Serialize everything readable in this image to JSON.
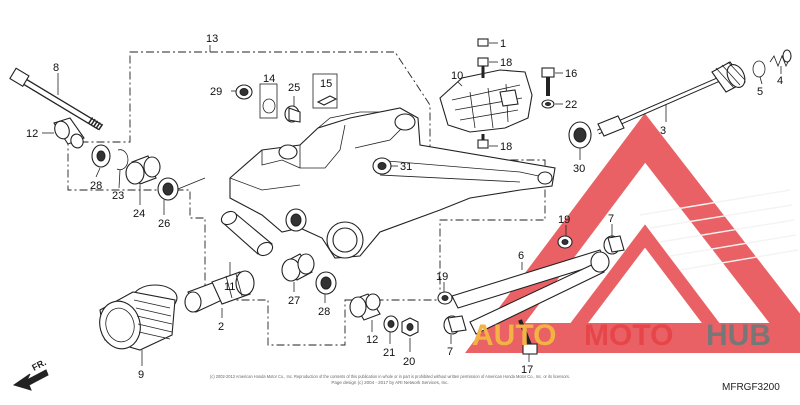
{
  "diagram": {
    "labels": {
      "p1": "1",
      "p2": "2",
      "p3": "3",
      "p4": "4",
      "p5": "5",
      "p6": "6",
      "p7a": "7",
      "p7b": "7",
      "p8": "8",
      "p9": "9",
      "p10": "10",
      "p11": "11",
      "p12a": "12",
      "p12b": "12",
      "p13": "13",
      "p14": "14",
      "p15": "15",
      "p16": "16",
      "p17": "17",
      "p18a": "18",
      "p18b": "18",
      "p19a": "19",
      "p19b": "19",
      "p20": "20",
      "p21": "21",
      "p22": "22",
      "p23": "23",
      "p24": "24",
      "p25": "25",
      "p26": "26",
      "p27": "27",
      "p28a": "28",
      "p28b": "28",
      "p29": "29",
      "p30": "30",
      "p31": "31"
    },
    "front_arrow_label": "FR.",
    "diagram_code": "MFRGF3200",
    "copyright_line1": "(c) 2002-2013 American Honda Motor Co., Inc. Reproduction of the contents of this publication in whole or in part is prohibited without written permission of American Honda Motor Co., Inc. or its licensors.",
    "copyright_line2": "Page design (c) 2004 - 2017 by ARI Network Services, Inc."
  },
  "watermark": {
    "brand_part1": "AUTO",
    "brand_part2": "MOTO",
    "brand_part3": "HUB",
    "colors": {
      "red": "#e6464a",
      "orange": "#f2b244",
      "gray": "#777777"
    }
  }
}
